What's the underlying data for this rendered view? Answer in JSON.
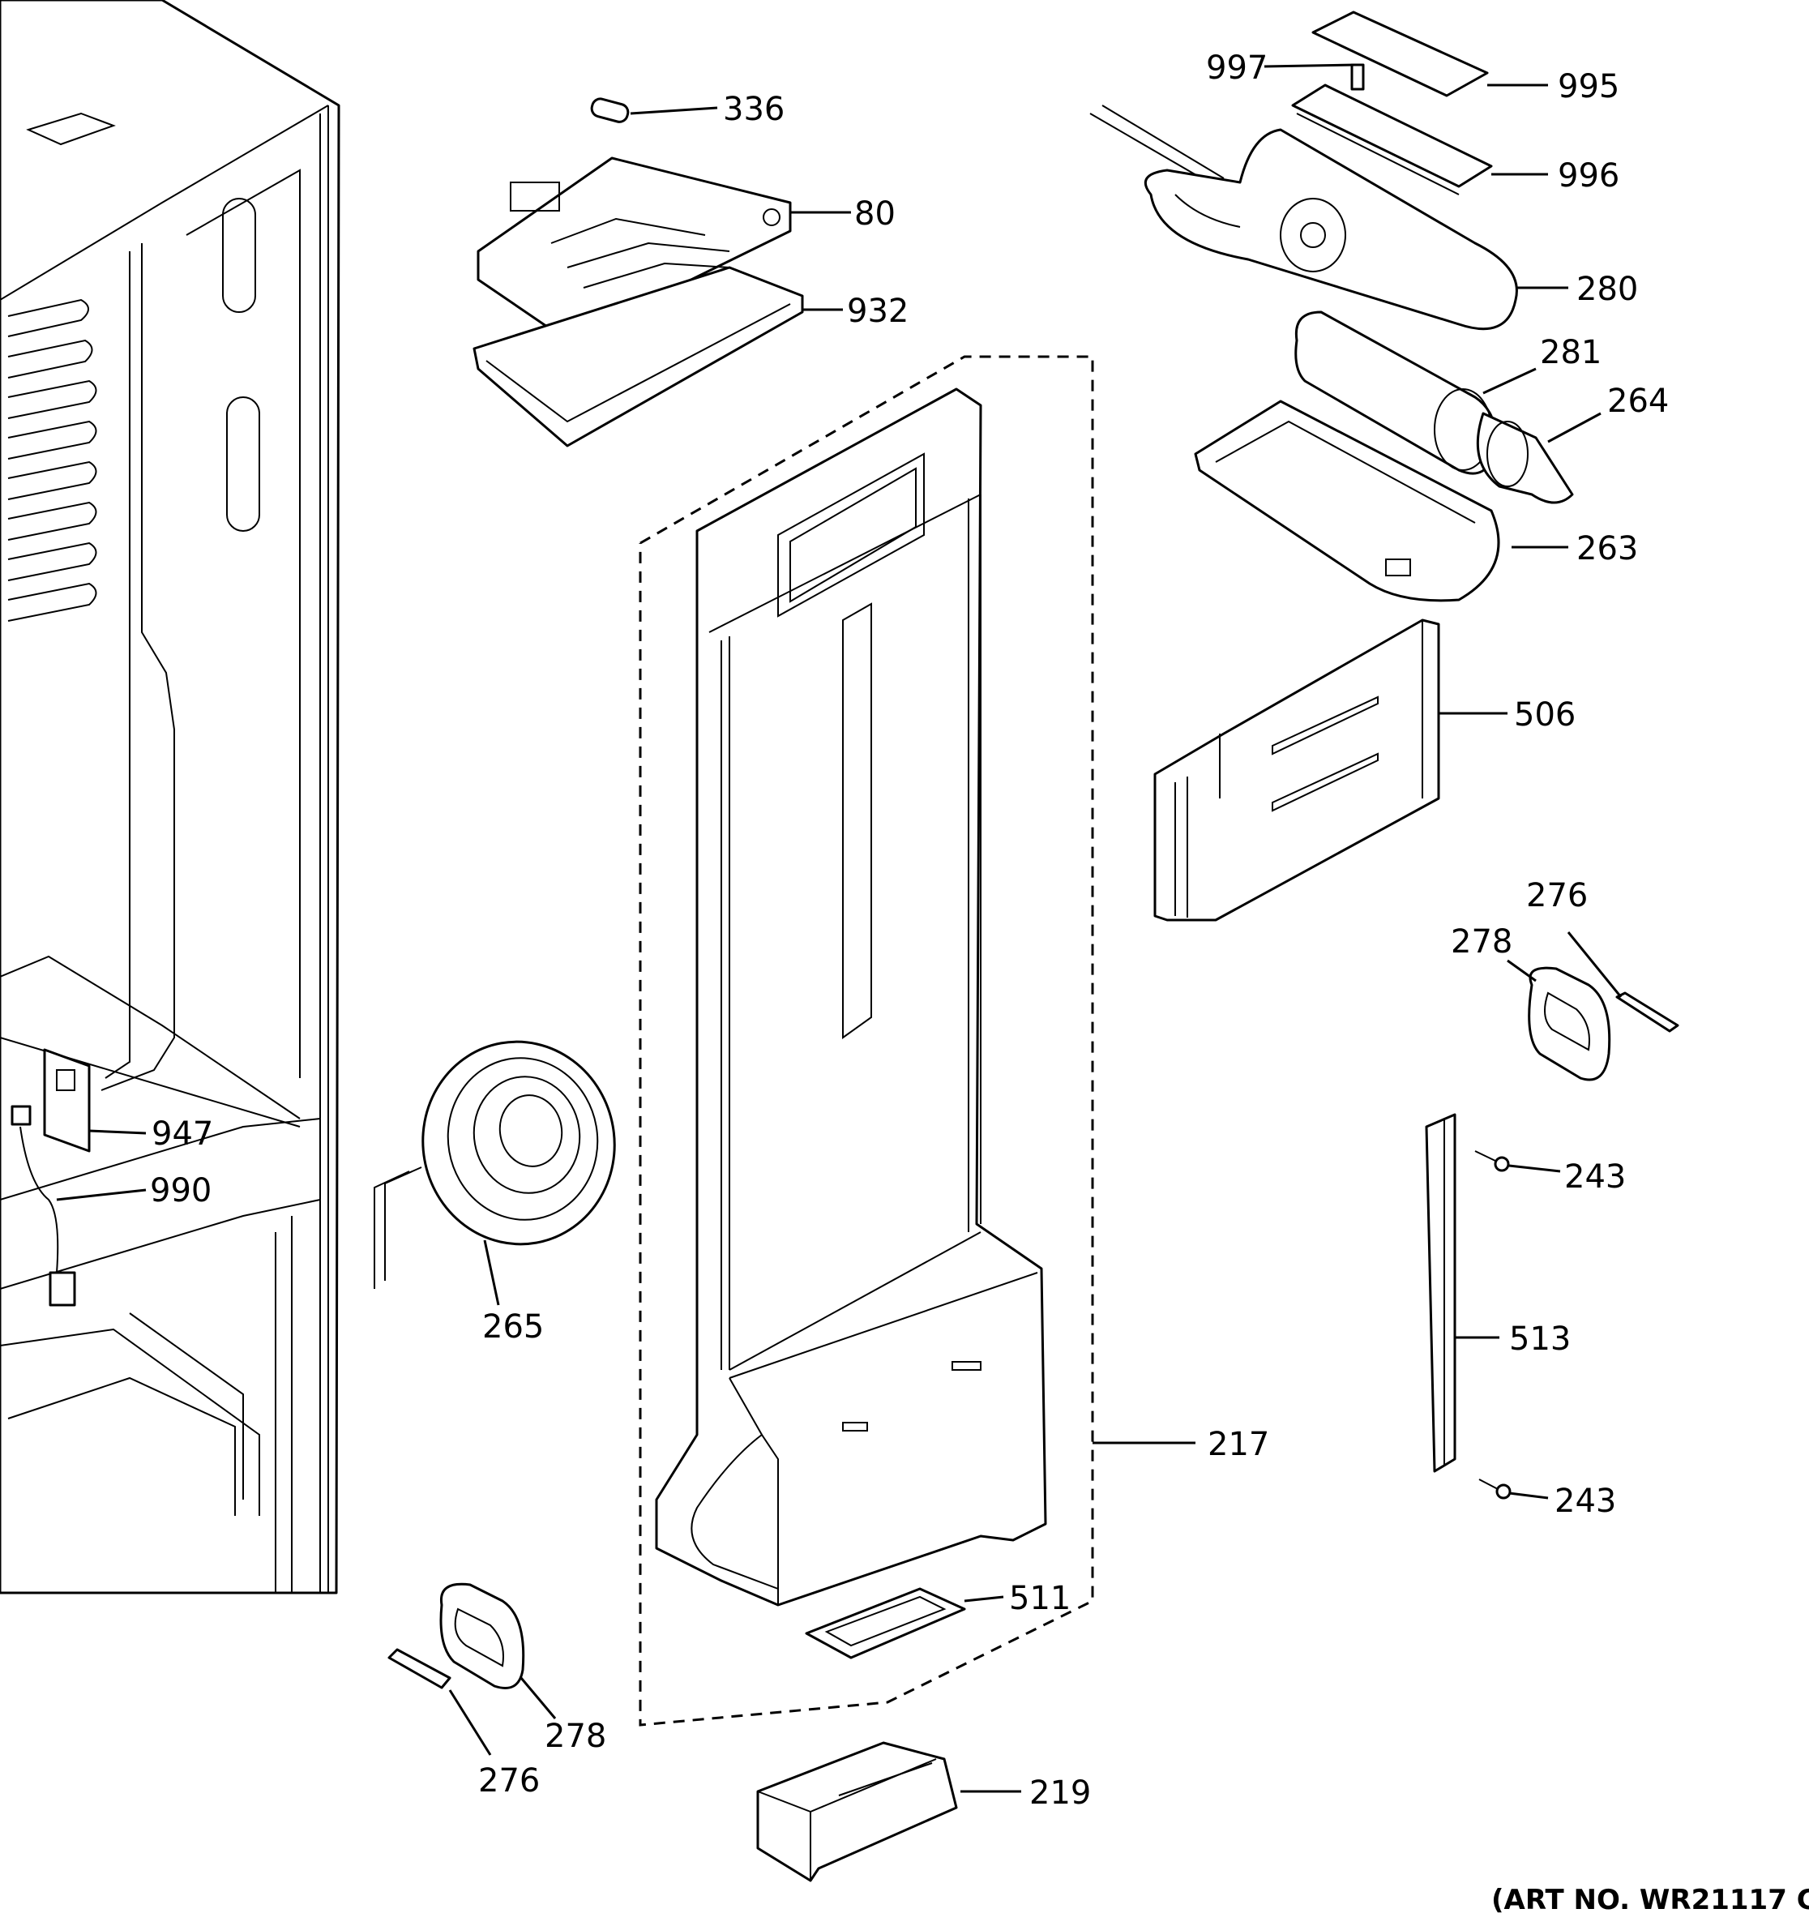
{
  "labels": {
    "336": "336",
    "80": "80",
    "932": "932",
    "997": "997",
    "995": "995",
    "996": "996",
    "280": "280",
    "281": "281",
    "264": "264",
    "263": "263",
    "506": "506",
    "276": "276",
    "278": "278",
    "947": "947",
    "990": "990",
    "265": "265",
    "243": "243",
    "513": "513",
    "217": "217",
    "511": "511",
    "219": "219"
  },
  "art_number": "(ART NO. WR21117 C"
}
